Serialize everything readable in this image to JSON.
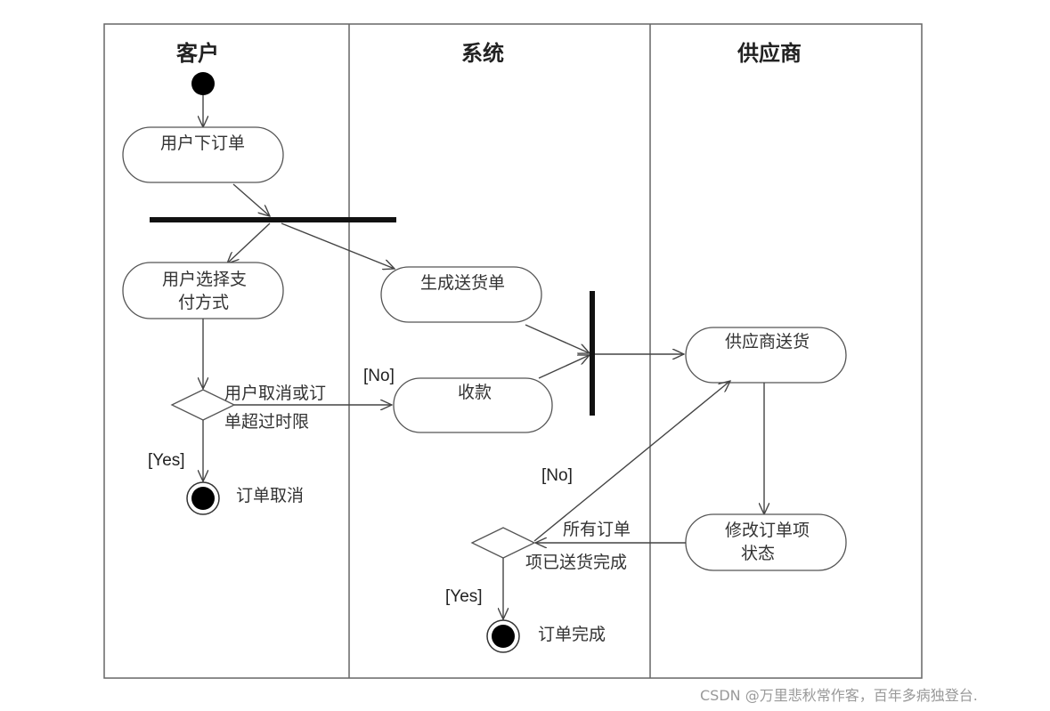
{
  "lanes": {
    "customer": "客户",
    "system": "系统",
    "supplier": "供应商"
  },
  "activities": {
    "place_order": "用户下订单",
    "choose_payment": [
      "用户选择支",
      "付方式"
    ],
    "generate_delivery": "生成送货单",
    "collect_payment": "收款",
    "supplier_delivery": "供应商送货",
    "update_status": [
      "修改订单项",
      "状态"
    ]
  },
  "guards": {
    "cancel_condition": [
      "用户取消或订",
      "单超过时限"
    ],
    "cancel_no": "[No]",
    "cancel_yes": "[Yes]",
    "complete_condition": [
      "所有订单",
      "项已送货完成"
    ],
    "complete_no": "[No]",
    "complete_yes": "[Yes]"
  },
  "finals": {
    "cancelled": "订单取消",
    "completed": "订单完成"
  },
  "watermark": "CSDN @万里悲秋常作客，百年多病独登台."
}
